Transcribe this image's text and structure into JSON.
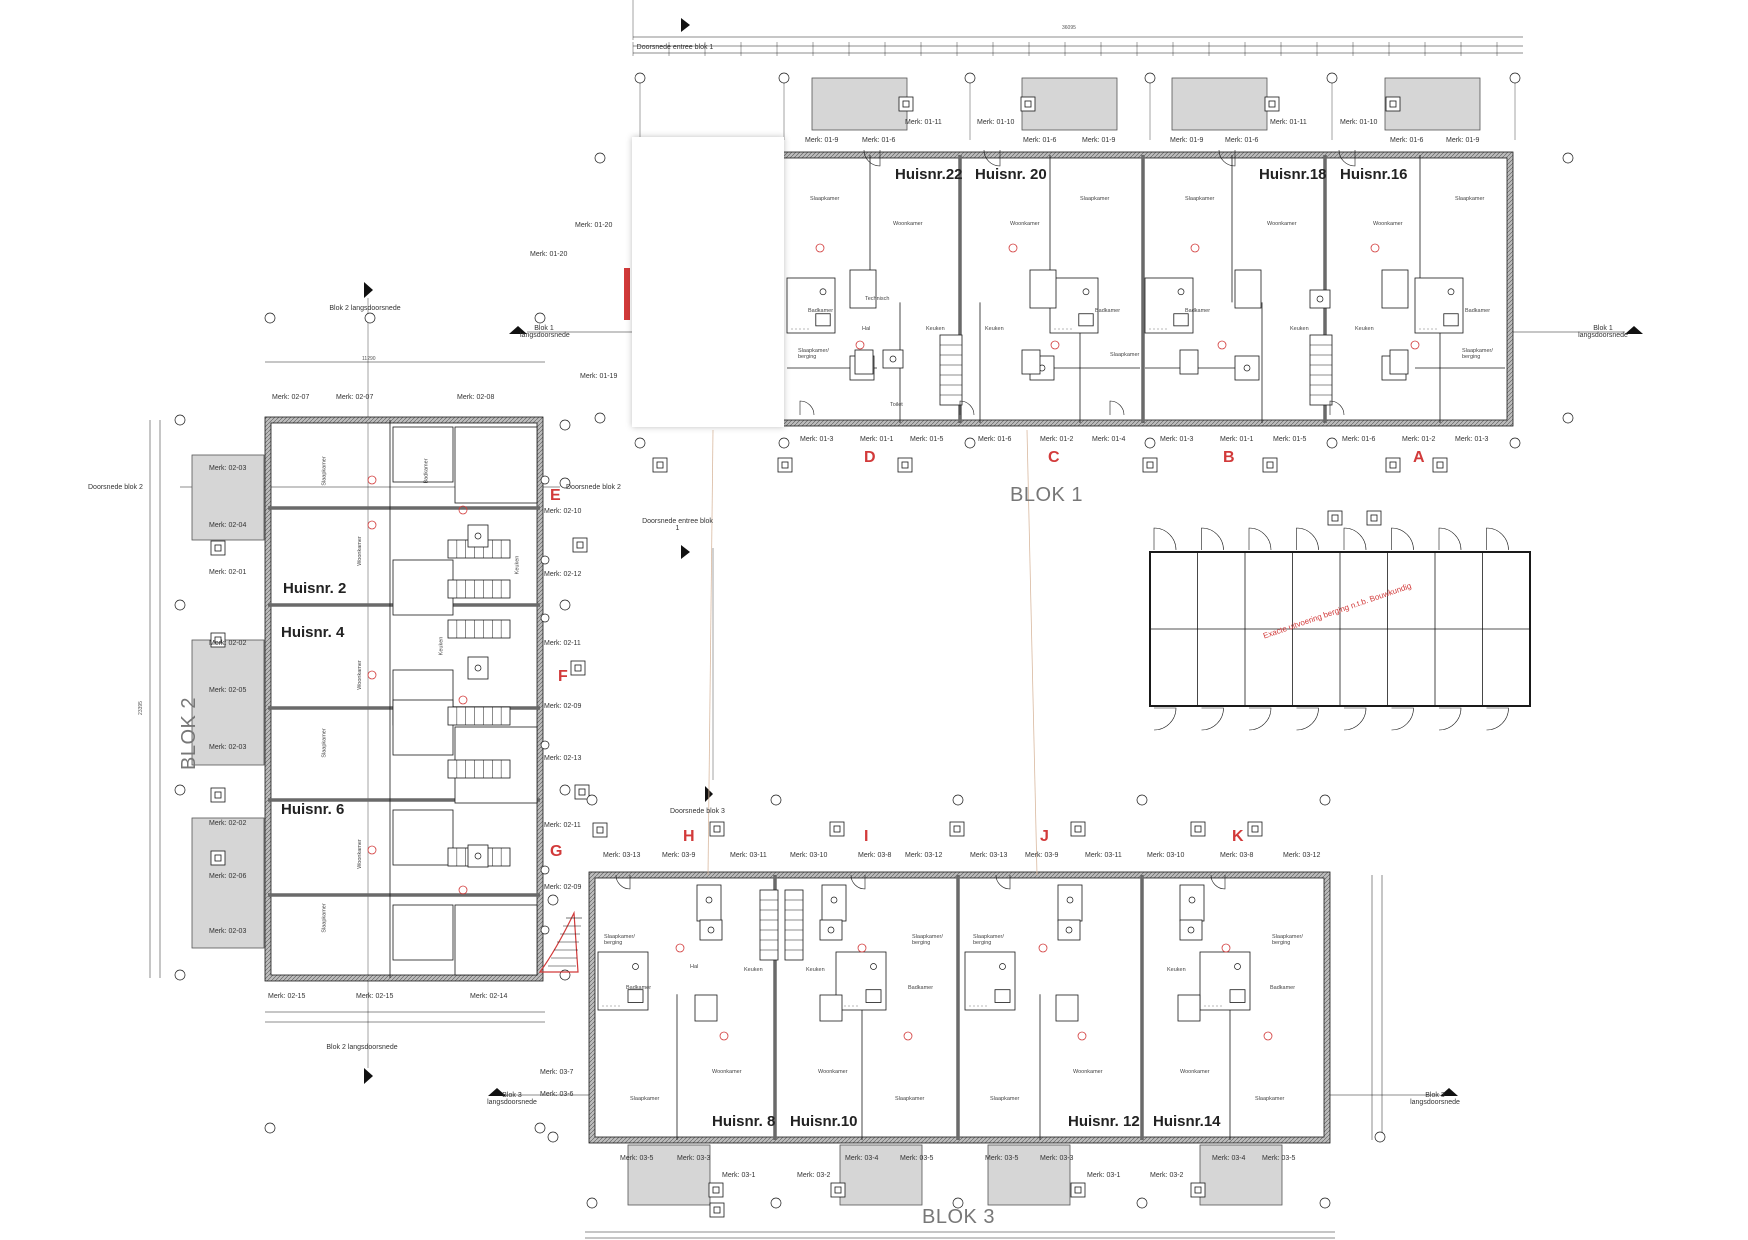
{
  "houses": [
    {
      "id": "h22",
      "label": "Huisnr.22"
    },
    {
      "id": "h20",
      "label": "Huisnr. 20"
    },
    {
      "id": "h18",
      "label": "Huisnr.18"
    },
    {
      "id": "h16",
      "label": "Huisnr.16"
    },
    {
      "id": "h2",
      "label": "Huisnr. 2"
    },
    {
      "id": "h4",
      "label": "Huisnr. 4"
    },
    {
      "id": "h6",
      "label": "Huisnr. 6"
    },
    {
      "id": "h8",
      "label": "Huisnr. 8"
    },
    {
      "id": "h10",
      "label": "Huisnr.10"
    },
    {
      "id": "h12",
      "label": "Huisnr. 12"
    },
    {
      "id": "h14",
      "label": "Huisnr.14"
    }
  ],
  "blocks": {
    "blok1": "BLOK 1",
    "blok2": "BLOK 2",
    "blok3": "BLOK 3"
  },
  "letters": [
    "A",
    "B",
    "C",
    "D",
    "E",
    "F",
    "G",
    "H",
    "I",
    "J",
    "K"
  ],
  "merks": {
    "b1_top": [
      "Merk: 01-11",
      "Merk: 01-10",
      "Merk: 01-11",
      "Merk: 01-10",
      "Merk: 01-9",
      "Merk: 01-6",
      "Merk: 01-6",
      "Merk: 01-9",
      "Merk: 01-9",
      "Merk: 01-6",
      "Merk: 01-6",
      "Merk: 01-9"
    ],
    "b1_bottom": [
      "Merk: 01-3",
      "Merk: 01-1",
      "Merk: 01-5",
      "Merk: 01-6",
      "Merk: 01-2",
      "Merk: 01-4",
      "Merk: 01-3",
      "Merk: 01-1",
      "Merk: 01-5",
      "Merk: 01-6",
      "Merk: 01-2",
      "Merk: 01-3"
    ],
    "b1_left": [
      "Merk: 01-20",
      "Merk: 01-20",
      "Merk: 01-19"
    ],
    "b2_top": [
      "Merk: 02-07",
      "Merk: 02-07",
      "Merk: 02-08"
    ],
    "b2_left": [
      "Merk: 02-03",
      "Merk: 02-04",
      "Merk: 02-01",
      "Merk: 02-02",
      "Merk: 02-05",
      "Merk: 02-03",
      "Merk: 02-02",
      "Merk: 02-06",
      "Merk: 02-03"
    ],
    "b2_right": [
      "Merk: 02-10",
      "Merk: 02-12",
      "Merk: 02-11",
      "Merk: 02-09",
      "Merk: 02-13",
      "Merk: 02-11",
      "Merk: 02-09"
    ],
    "b2_bottom": [
      "Merk: 02-15",
      "Merk: 02-15",
      "Merk: 02-14"
    ],
    "b3_top": [
      "Merk: 03-13",
      "Merk: 03-9",
      "Merk: 03-11",
      "Merk: 03-10",
      "Merk: 03-8",
      "Merk: 03-12",
      "Merk: 03-13",
      "Merk: 03-9",
      "Merk: 03-11",
      "Merk: 03-10",
      "Merk: 03-8",
      "Merk: 03-12"
    ],
    "b3_bottom": [
      "Merk: 03-5",
      "Merk: 03-3",
      "Merk: 03-1",
      "Merk: 03-2",
      "Merk: 03-4",
      "Merk: 03-5",
      "Merk: 03-5",
      "Merk: 03-3",
      "Merk: 03-1",
      "Merk: 03-2",
      "Merk: 03-4",
      "Merk: 03-5"
    ],
    "b3_left": [
      "Merk: 03-7",
      "Merk: 03-6"
    ]
  },
  "sections": {
    "b1_entree_top": "Doorsnede entree blok 1",
    "b1_entree_bottom": "Doorsnede entree blok 1",
    "b1_lang_left": "Blok 1 langsdoorsnede",
    "b1_lang_right": "Blok 1 langsdoorsnede",
    "b2_top": "Blok 2 langsdoorsnede",
    "b2_bottom": "Blok 2 langsdoorsnede",
    "b2_doorsnede_left": "Doorsnede blok 2",
    "b2_doorsnede_right": "Doorsnede blok 2",
    "b3_doorsnede": "Doorsnede blok 3",
    "b3_lang_left": "Blok 3 langsdoorsnede",
    "b3_lang_right": "Blok 3 langsdoorsnede"
  },
  "rooms": {
    "slaapkamer": "Slaapkamer",
    "woonkamer": "Woonkamer",
    "badkamer": "Badkamer",
    "keuken": "Keuken",
    "hal": "Hal",
    "technisch": "Technisch",
    "toilet": "Toilet",
    "berging": "Slaapkamer/ berging"
  },
  "shed_note": "Exacte uitvoering berging n.t.b. Bouwkundig",
  "dims": {
    "b1_total": "36095",
    "b2_total": "11290",
    "b2_side": "23395"
  },
  "colors": {
    "line": "#1a1a1a",
    "annex": "#d6d6d6",
    "accent": "#d23a3a",
    "wall": "#6a6a6a"
  }
}
